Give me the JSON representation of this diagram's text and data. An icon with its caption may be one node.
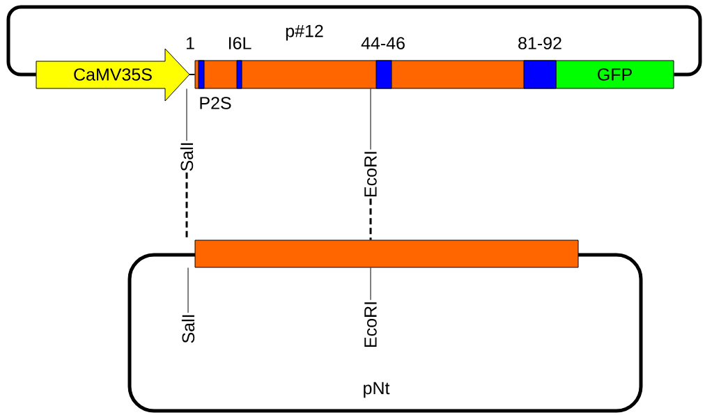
{
  "diagram": {
    "nodes": [
      {
        "text": [
          "CaMV35S"
        ]
      },
      {
        "text": [],
        "shape": "bar"
      },
      {
        "text": [
          "GFP"
        ]
      },
      {
        "text": [],
        "shape": "bar"
      },
      {
        "text": [
          "SalI"
        ]
      },
      {
        "text": [
          "EcoRI"
        ]
      },
      {
        "text": [
          "SalI"
        ]
      },
      {
        "text": [
          "EcoRI"
        ]
      }
    ],
    "edges": [
      {
        "from": 0,
        "to": 1,
        "arrow": "none"
      },
      {
        "from": 0,
        "to": 2,
        "arrow": "none",
        "style": "thick"
      },
      {
        "from": 4,
        "to": 1,
        "arrow": "none"
      },
      {
        "from": 5,
        "to": 1,
        "arrow": "none"
      },
      {
        "from": 4,
        "to": 3,
        "arrow": "none",
        "style": "dashed"
      },
      {
        "from": 5,
        "to": 3,
        "arrow": "none",
        "style": "dashed"
      },
      {
        "from": 6,
        "to": 3,
        "arrow": "none"
      },
      {
        "from": 7,
        "to": 3,
        "arrow": "none"
      }
    ],
    "labels": [
      "p#12",
      "1",
      "I6L",
      "44-46",
      "81-92",
      "P2S",
      "pNt"
    ]
  }
}
